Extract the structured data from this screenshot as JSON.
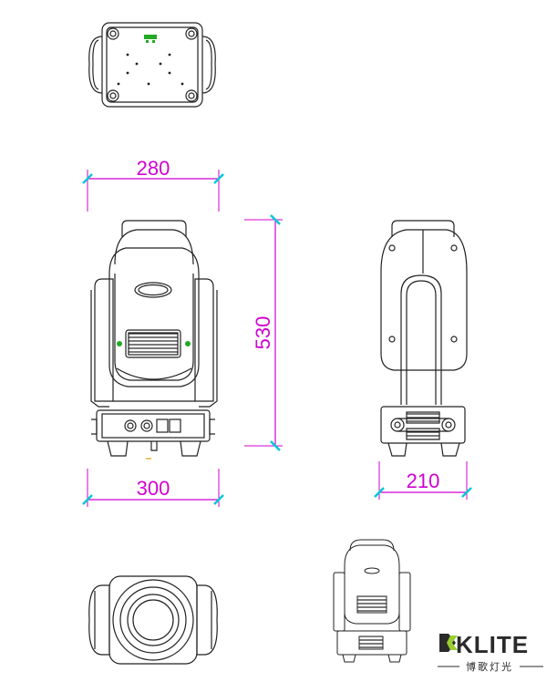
{
  "dimensions": {
    "top_width": "280",
    "height": "530",
    "base_width": "300",
    "depth": "210"
  },
  "logo": {
    "brand": "KLITE",
    "subtitle": "博歌灯光"
  },
  "colors": {
    "dimension": "#d000d0",
    "arrow": "#00c8d8",
    "line": "#222222",
    "led_green": "#22aa22",
    "logo_dark": "#2a2a2a",
    "logo_lime": "#9acd32"
  }
}
